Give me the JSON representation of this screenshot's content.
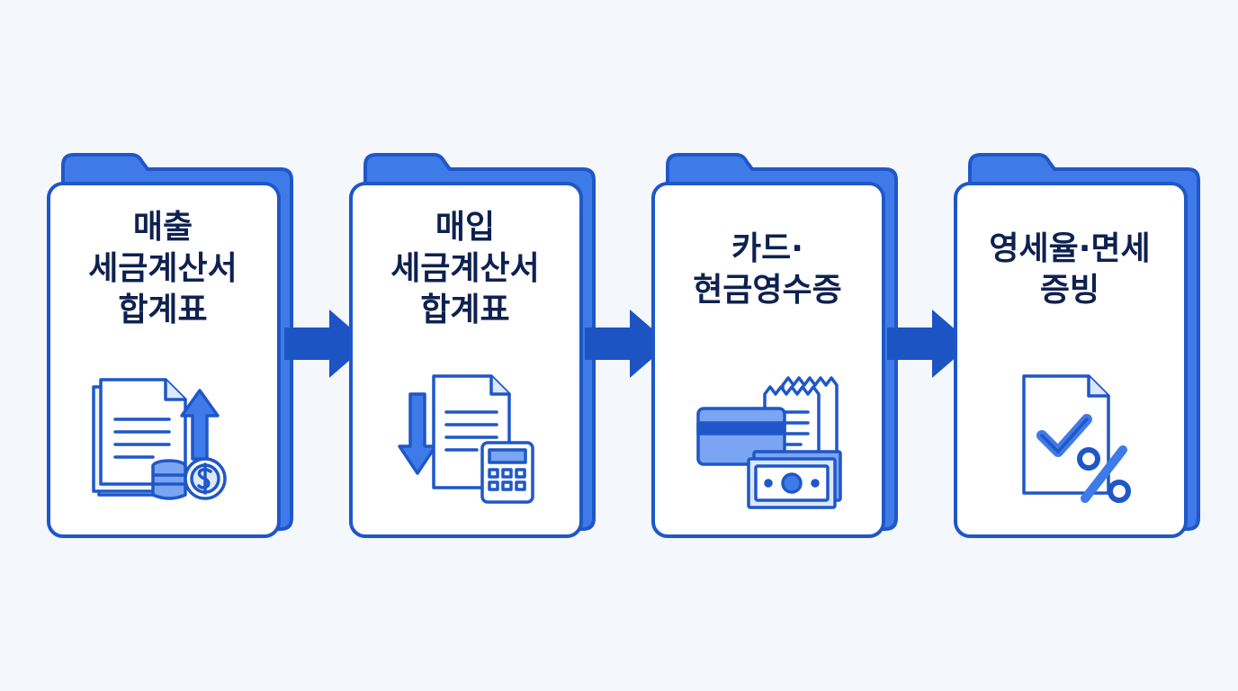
{
  "colors": {
    "background": "#f4f7fc",
    "folder_back": "#3f7be8",
    "folder_stroke": "#1f57c8",
    "card_fill": "#ffffff",
    "title_text": "#0e2150",
    "arrow": "#1c54c4",
    "icon_fill_light": "#dce8ff",
    "icon_fill_mid": "#7aa5f2"
  },
  "steps": [
    {
      "lines": [
        "매출",
        "세금계산서",
        "합계표"
      ],
      "icon": "sales-invoice-coins-up-arrow-icon"
    },
    {
      "lines": [
        "매입",
        "세금계산서",
        "합계표"
      ],
      "icon": "purchase-invoice-calculator-down-arrow-icon"
    },
    {
      "lines": [
        "카드·",
        "현금영수증"
      ],
      "icon": "card-cash-receipt-icon"
    },
    {
      "lines": [
        "영세율·면세",
        "증빙"
      ],
      "icon": "document-check-percent-icon"
    }
  ],
  "connectors": [
    "arrow-right-icon",
    "arrow-right-icon",
    "arrow-right-icon"
  ]
}
